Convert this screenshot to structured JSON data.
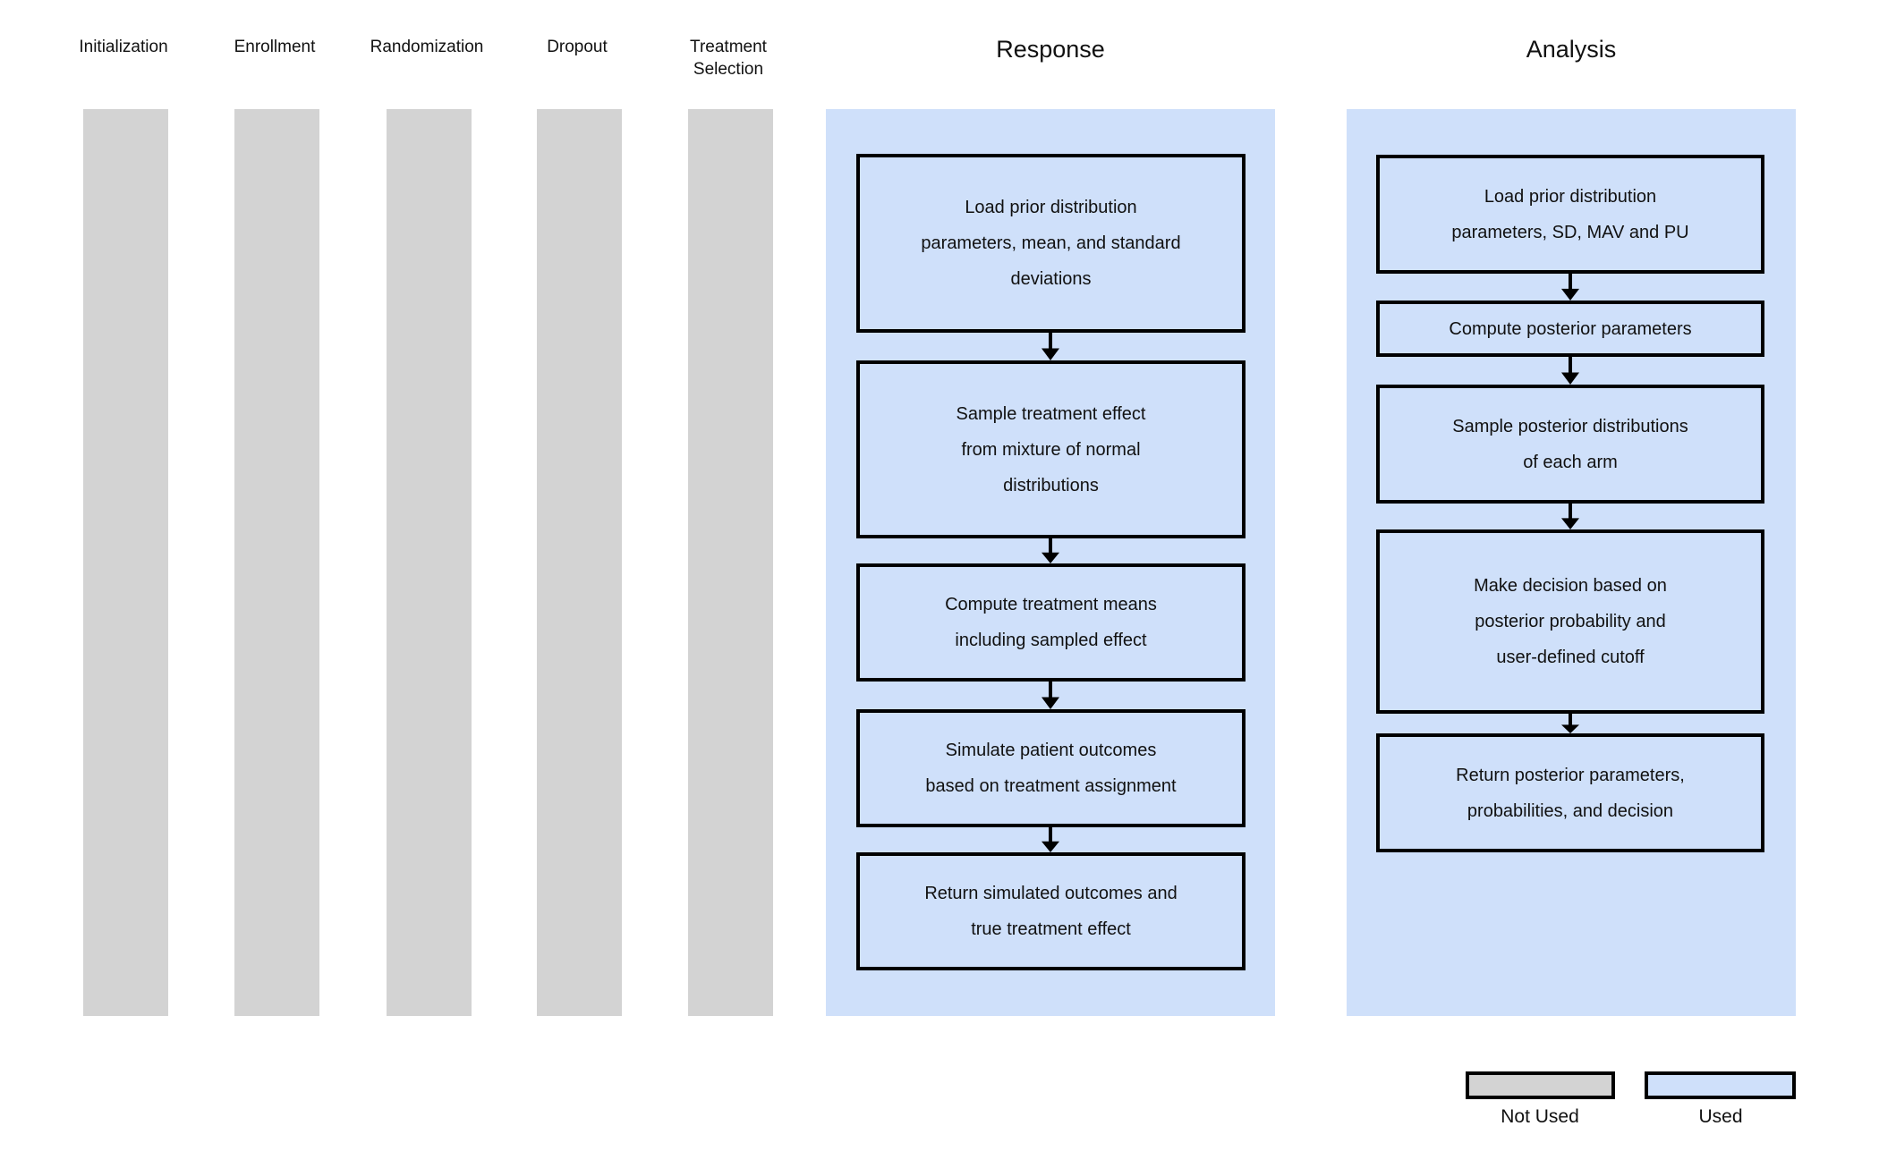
{
  "colors": {
    "used_fill": "#cfe0fa",
    "not_used_fill": "#d3d3d3",
    "box_border": "#000000",
    "background": "#ffffff"
  },
  "columns": [
    {
      "label": "Initialization",
      "used": false
    },
    {
      "label": "Enrollment",
      "used": false
    },
    {
      "label": "Randomization",
      "used": false
    },
    {
      "label": "Dropout",
      "used": false
    },
    {
      "label": "Treatment\nSelection",
      "used": false
    }
  ],
  "response": {
    "title": "Response",
    "steps": [
      "Load prior distribution\nparameters, mean, and standard\ndeviations",
      "Sample treatment effect\nfrom mixture of normal\ndistributions",
      "Compute treatment means\nincluding sampled effect",
      "Simulate patient outcomes\nbased on treatment assignment",
      "Return simulated outcomes and\ntrue treatment effect"
    ]
  },
  "analysis": {
    "title": "Analysis",
    "steps": [
      "Load prior distribution\nparameters, SD, MAV and PU",
      "Compute posterior parameters",
      "Sample posterior distributions\nof each arm",
      "Make decision based on\nposterior probability and\nuser-defined cutoff",
      "Return posterior parameters,\nprobabilities, and decision"
    ]
  },
  "legend": {
    "not_used": "Not Used",
    "used": "Used"
  }
}
